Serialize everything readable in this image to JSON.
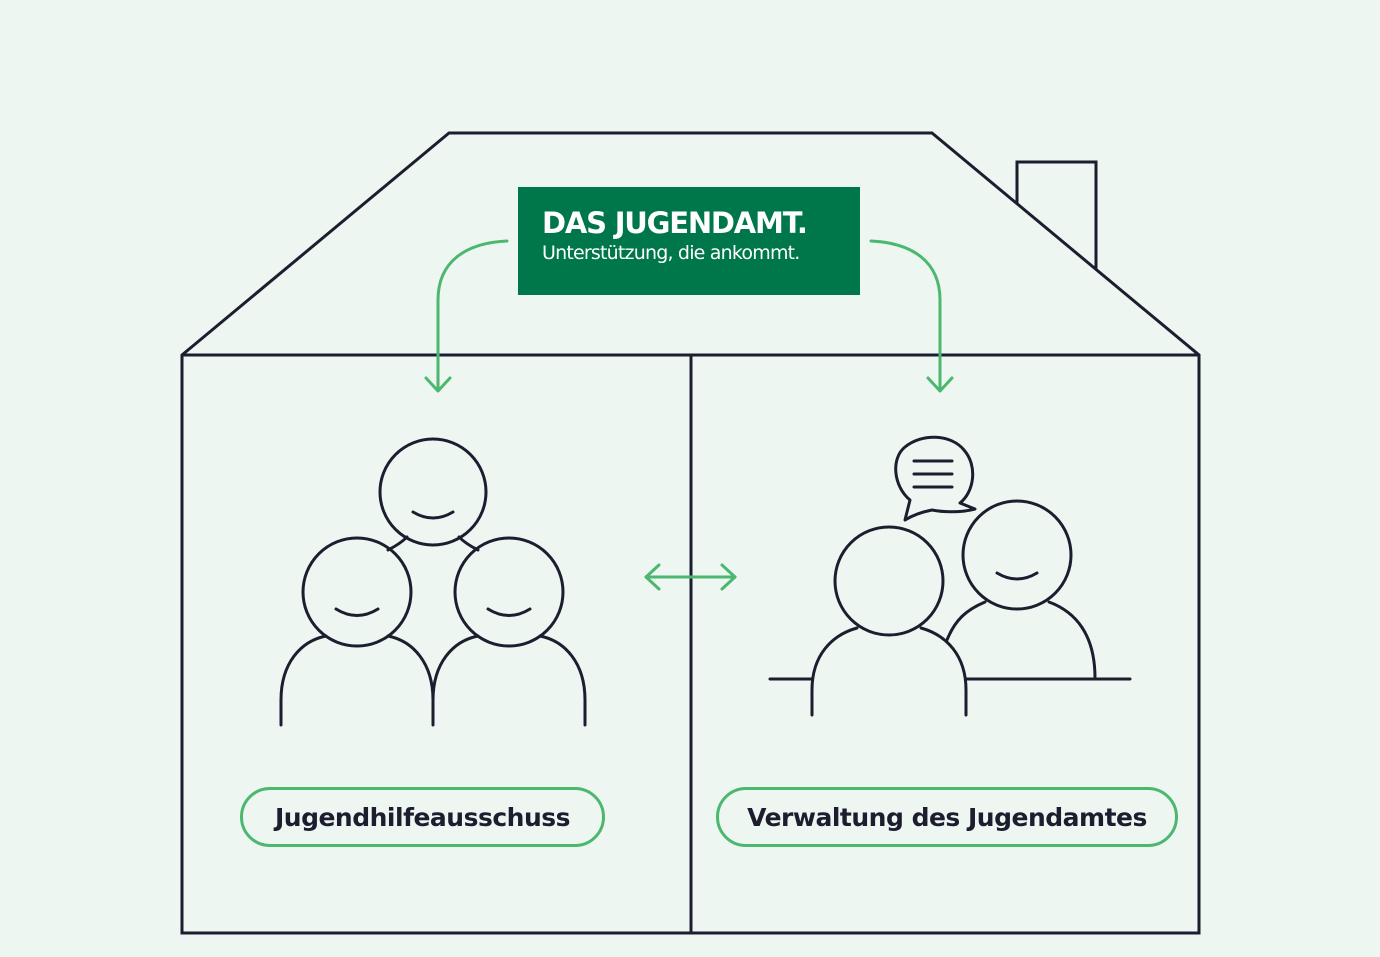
{
  "brand": {
    "title": "DAS JUGENDAMT.",
    "subtitle": "Unterstützung, die ankommt."
  },
  "left_room": {
    "label": "Jugendhilfeausschuss"
  },
  "right_room": {
    "label": "Verwaltung des Jugendamtes"
  },
  "colors": {
    "background": "#eef6f2",
    "outline": "#1c1d2e",
    "accent_green": "#4cb86f",
    "brand_green": "#00774a"
  },
  "icons": [
    "house-outline",
    "chimney",
    "curved-arrow-down",
    "double-arrow",
    "person-group",
    "speech-bubble",
    "desk"
  ]
}
